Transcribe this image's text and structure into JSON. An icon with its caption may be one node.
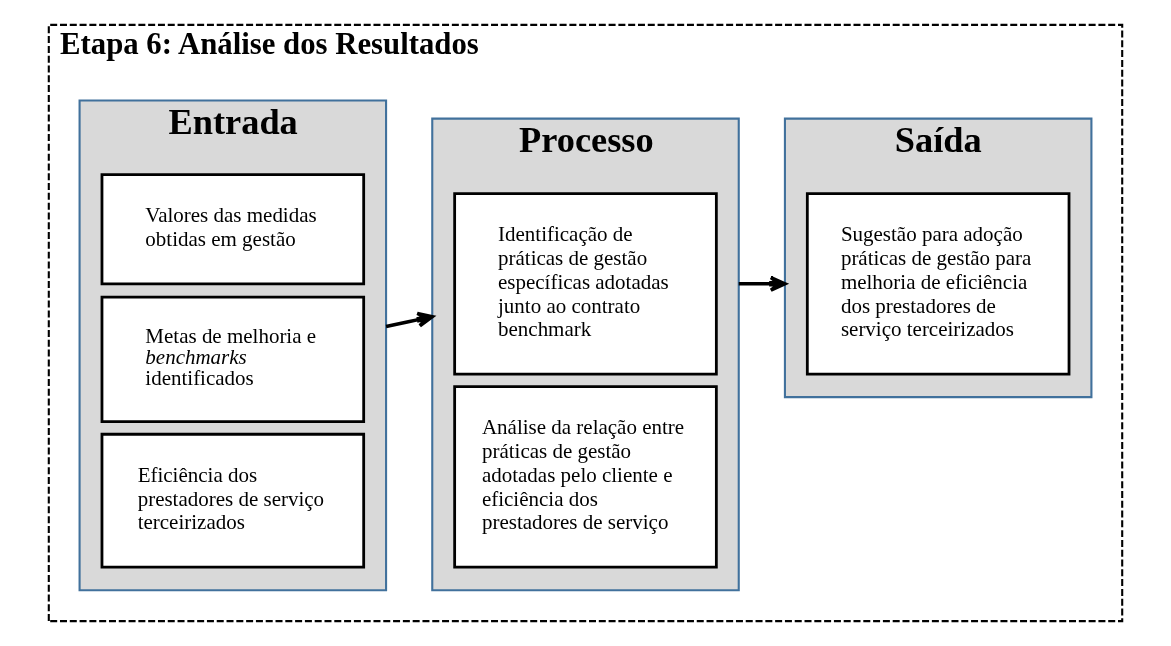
{
  "diagram": {
    "nodes": [
      {
        "text": [
          "Etapa 6: Análise dos Resultados"
        ]
      },
      {
        "text": [
          "Entrada"
        ],
        "in": 0
      },
      {
        "text": [
          "Eficiência dos prestadores de serviço terceirizados"
        ],
        "in": 1
      },
      {
        "text": [
          "Metas de melhoria e *benchmarks* identificados"
        ],
        "in": 1
      },
      {
        "text": [
          "Valores das medidas obtidas em gestão"
        ],
        "in": 1
      },
      {
        "text": [
          "Processo"
        ],
        "in": 0
      },
      {
        "text": [
          "Análise da relação entre práticas de gestão adotadas pelo cliente e eficiência dos prestadores de serviço"
        ],
        "in": 5
      },
      {
        "text": [
          "Identificação de práticas de gestão específicas adotadas junto ao contrato benchmark"
        ],
        "in": 5
      },
      {
        "text": [
          "Saída"
        ],
        "in": 0
      },
      {
        "text": [
          "Sugestão para adoção práticas de gestão para melhoria de eficiência dos prestadores de serviço terceirizados"
        ],
        "in": 8
      }
    ],
    "edges": [
      {
        "from": 1,
        "to": 5,
        "arrow": "to"
      },
      {
        "from": 5,
        "to": 8,
        "arrow": "to"
      }
    ]
  }
}
